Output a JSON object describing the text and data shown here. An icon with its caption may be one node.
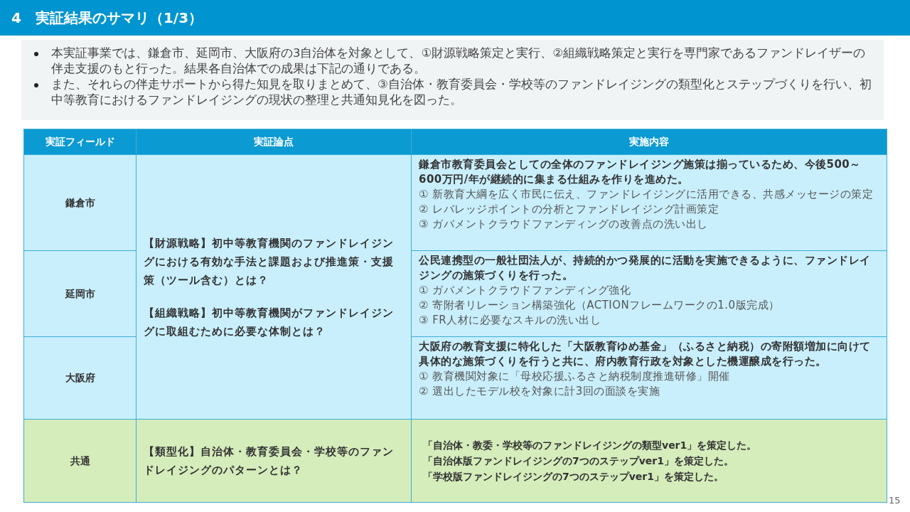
{
  "diagram": {
    "title": "4　実証結果のサマリ（1/3）",
    "labels": [
      "本実証事業では、鎌倉市、延岡市、大阪府の3自治体を対象として、①財源戦略策定と実行、②組織戦略策定と実行を専門家であるファンドレイザーの伴走支援のもと行った。結果各自治体での成果は下記の通りである。",
      "また、それらの伴走サポートから得た知見を取りまとめて、③自治体・教育委員会・学校等のファンドレイジングの類型化とステップづくりを行い、初中等教育におけるファンドレイジングの現状の整理と共通知見化を図った。",
      "実証フィールド",
      "実証論点",
      "実施内容",
      "鎌倉市",
      "【財源戦略】初中等教育機関のファンドレイジングにおける有効な手法と課題および推進策・支援策（ツール含む）とは？",
      "【組織戦略】初中等教育機関がファンドレイジングに取組むために必要な体制とは？",
      "鎌倉市教育委員会としての全体のファンドレイジング施策は揃っているため、今後500～600万円/年が継続的に集まる仕組みを作りを進めた。",
      "① 新教育大綱を広く市民に伝え、ファンドレイジングに活用できる、共感メッセージの策定",
      "② レバレッジポイントの分析とファンドレイジング計画策定",
      "③ ガバメントクラウドファンディングの改善点の洗い出し",
      "延岡市",
      "公民連携型の一般社団法人が、持続的かつ発展的に活動を実施できるように、ファンドレイジングの施策づくりを行った。",
      "① ガバメントクラウドファンディング強化",
      "② 寄附者リレーション構築強化（ACTIONフレームワークの1.0版完成）",
      "③ FR人材に必要なスキルの洗い出し",
      "大阪府",
      "大阪府の教育支援に特化した「大阪教育ゆめ基金」（ふるさと納税）の寄附額増加に向けて具体的な施策づくりを行うと共に、府内教育行政を対象とした機運醸成を行った。",
      "① 教育機関対象に「母校応援ふるさと納税制度推進研修」開催",
      "② 選出したモデル校を対象に計3回の面談を実施",
      "共通",
      "【類型化】自治体・教育委員会・学校等のファンドレイジングのパターンとは？",
      "「自治体・教委・学校等のファンドレイジングの類型ver1」を策定した。",
      "「自治体版ファンドレイジングの7つのステップver1」を策定した。",
      "「学校版ファンドレイジングの7つのステップver1」を策定した。",
      "15"
    ]
  }
}
